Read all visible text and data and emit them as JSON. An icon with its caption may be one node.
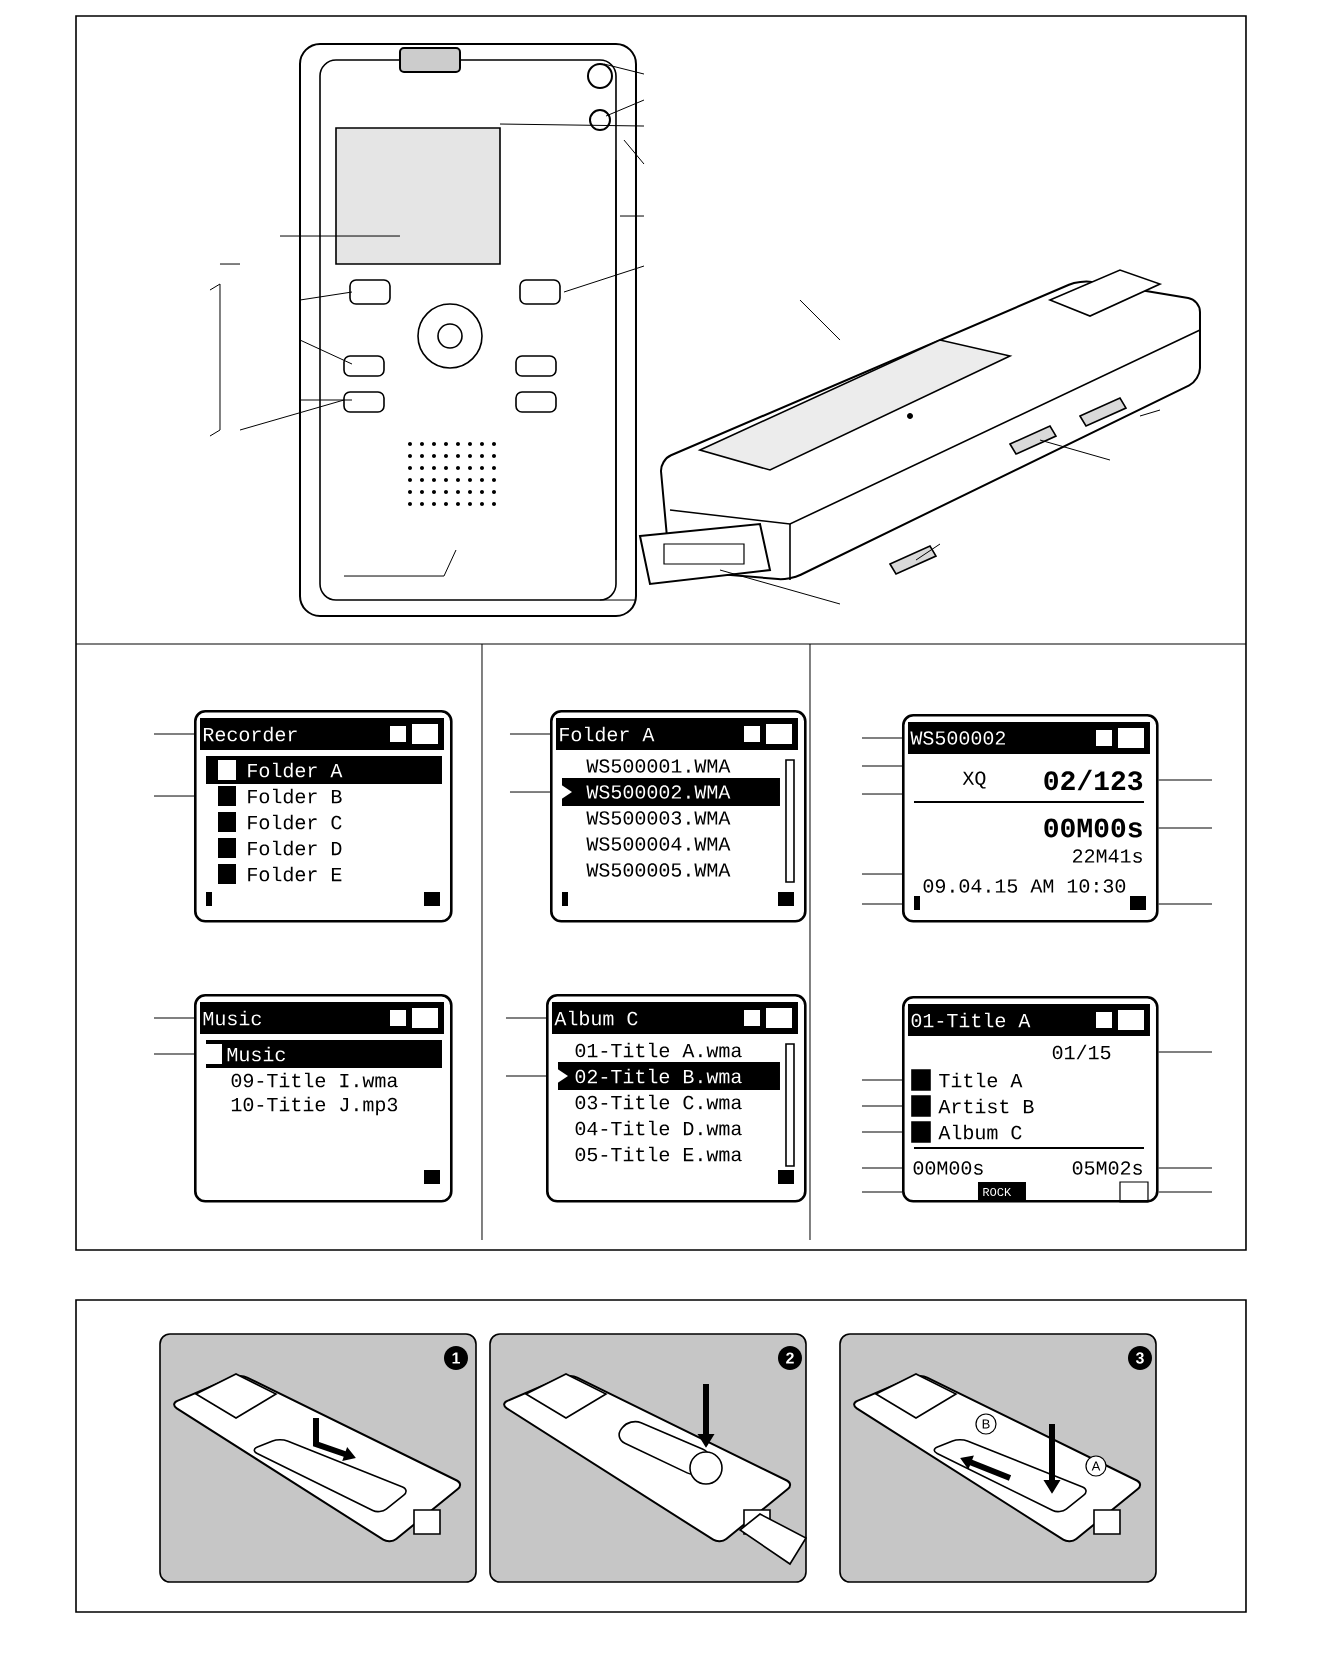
{
  "diagram": {
    "nodes": [
      {
        "text": [
          "Recorder",
          "Folder A",
          "Folder B",
          "Folder C",
          "Folder D",
          "Folder E"
        ]
      },
      {
        "text": [
          "Folder A",
          "WS500001.WMA",
          "WS500002.WMA",
          "WS500003.WMA",
          "WS500004.WMA",
          "WS500005.WMA"
        ]
      },
      {
        "text": [
          "WS500002",
          "XQ",
          "02/123",
          "00M00s",
          "22M41s",
          "09.04.15 AM 10:30"
        ]
      },
      {
        "text": [
          "Music",
          "Music",
          "09-Title I.wma",
          "10-Titie J.mp3"
        ]
      },
      {
        "text": [
          "Album C",
          "01-Title A.wma",
          "02-Title B.wma",
          "03-Title C.wma",
          "04-Title D.wma",
          "05-Title E.wma"
        ]
      },
      {
        "text": [
          "01-Title A",
          "01/15",
          "Title A",
          "Artist B",
          "Album C",
          "00M00s",
          "05M02s",
          "ROCK"
        ]
      }
    ],
    "edges": [
      {
        "from": null,
        "to": 0,
        "arrow": "none"
      },
      {
        "from": null,
        "to": 0,
        "arrow": "none"
      },
      {
        "from": null,
        "to": 1,
        "arrow": "none"
      },
      {
        "from": null,
        "to": 1,
        "arrow": "none"
      },
      {
        "from": null,
        "to": 2,
        "arrow": "none"
      },
      {
        "from": null,
        "to": 2,
        "arrow": "none"
      },
      {
        "from": null,
        "to": 2,
        "arrow": "none"
      },
      {
        "from": null,
        "to": 2,
        "arrow": "none"
      },
      {
        "from": null,
        "to": 2,
        "arrow": "none"
      },
      {
        "from": null,
        "to": 2,
        "arrow": "none"
      },
      {
        "from": null,
        "to": 2,
        "arrow": "none"
      },
      {
        "from": null,
        "to": 2,
        "arrow": "none"
      },
      {
        "from": null,
        "to": 3,
        "arrow": "none"
      },
      {
        "from": null,
        "to": 3,
        "arrow": "none"
      },
      {
        "from": null,
        "to": 4,
        "arrow": "none"
      },
      {
        "from": null,
        "to": 4,
        "arrow": "none"
      },
      {
        "from": null,
        "to": 5,
        "arrow": "none"
      },
      {
        "from": null,
        "to": 5,
        "arrow": "none"
      },
      {
        "from": null,
        "to": 5,
        "arrow": "none"
      },
      {
        "from": null,
        "to": 5,
        "arrow": "none"
      },
      {
        "from": null,
        "to": 5,
        "arrow": "none"
      },
      {
        "from": null,
        "to": 5,
        "arrow": "none"
      },
      {
        "from": null,
        "to": 5,
        "arrow": "none"
      },
      {
        "from": null,
        "to": 5,
        "arrow": "none"
      }
    ],
    "labels": [
      "1",
      "2",
      "3",
      "B",
      "A"
    ]
  }
}
